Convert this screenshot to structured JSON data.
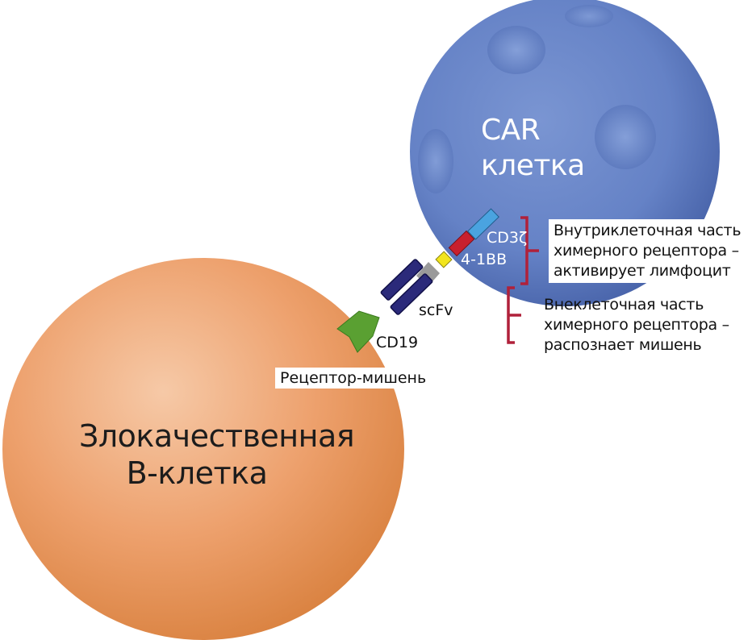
{
  "malignant_cell": {
    "line1": "Злокачественная",
    "line2": "В-клетка",
    "color": "#e3935c"
  },
  "car_cell": {
    "line1": "CAR",
    "line2": "клетка",
    "color": "#5f7fc4"
  },
  "labels": {
    "target_receptor": "Рецептор-мишень",
    "cd19": "CD19",
    "scfv": "scFv",
    "cd3z": "CD3ζ",
    "costim": "4-1BB"
  },
  "annotations": {
    "intracellular": [
      "Внутриклеточная часть",
      "химерного рецептора –",
      "активирует лимфоцит"
    ],
    "extracellular": [
      "Внеклеточная часть",
      "химерного рецептора –",
      "распознает мишень"
    ]
  },
  "colors": {
    "bracket": "#b0213a",
    "cd3z_segment": "#4aa3e0",
    "costim_segment": "#c8202e",
    "transmembrane": "#f2e51d",
    "hinge": "#9a9a9a",
    "scfv_domain": "#2b2a7a",
    "cd19_antigen": "#5aa032"
  }
}
